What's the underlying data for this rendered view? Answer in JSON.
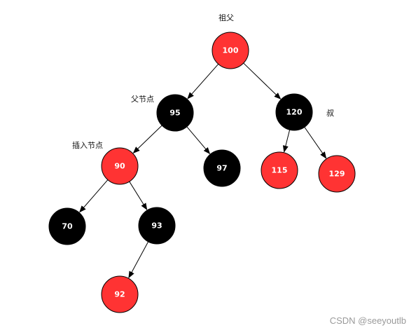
{
  "tree": {
    "nodes": [
      {
        "id": "n100",
        "value": "100",
        "color": "red"
      },
      {
        "id": "n95",
        "value": "95",
        "color": "black"
      },
      {
        "id": "n120",
        "value": "120",
        "color": "black"
      },
      {
        "id": "n90",
        "value": "90",
        "color": "red"
      },
      {
        "id": "n97",
        "value": "97",
        "color": "black"
      },
      {
        "id": "n115",
        "value": "115",
        "color": "red"
      },
      {
        "id": "n129",
        "value": "129",
        "color": "red"
      },
      {
        "id": "n70",
        "value": "70",
        "color": "black"
      },
      {
        "id": "n93",
        "value": "93",
        "color": "black"
      },
      {
        "id": "n92",
        "value": "92",
        "color": "red"
      }
    ],
    "edges": [
      [
        "n100",
        "n95"
      ],
      [
        "n100",
        "n120"
      ],
      [
        "n95",
        "n90"
      ],
      [
        "n95",
        "n97"
      ],
      [
        "n120",
        "n115"
      ],
      [
        "n120",
        "n129"
      ],
      [
        "n90",
        "n70"
      ],
      [
        "n90",
        "n93"
      ],
      [
        "n93",
        "n92"
      ]
    ]
  },
  "annotations": {
    "grandparent": "祖父",
    "parent": "父节点",
    "uncle": "叔",
    "inserted": "插入节点"
  },
  "colors": {
    "red": "#ff3333",
    "black": "#000000",
    "edge": "#000000",
    "node_text": "#ffffff"
  },
  "watermark": "CSDN @seeyoutlb"
}
